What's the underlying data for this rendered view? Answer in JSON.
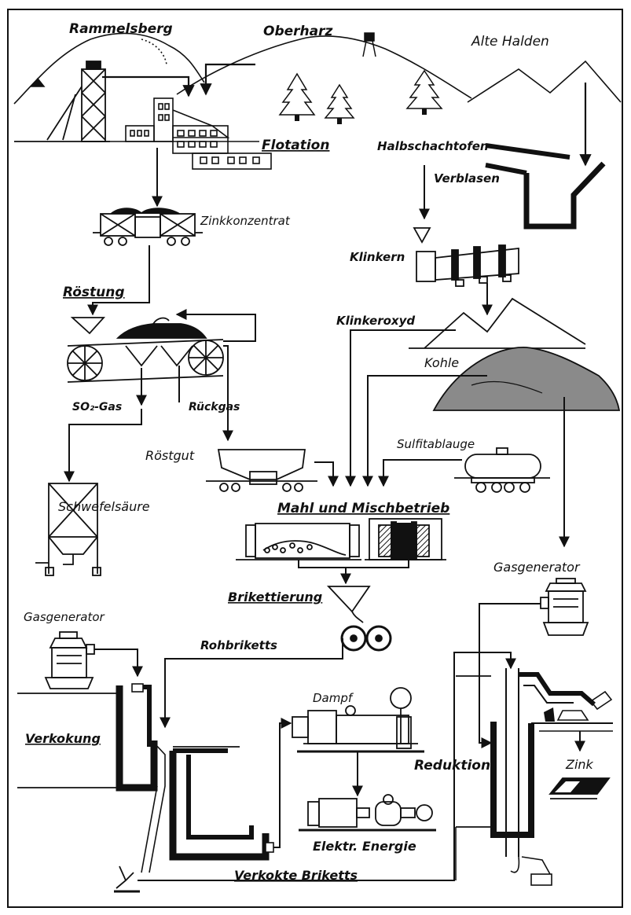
{
  "labels": {
    "rammelsberg": "Rammelsberg",
    "oberharz": "Oberharz",
    "alte_halden": "Alte Halden",
    "flotation": "Flotation",
    "halbschachtofen": "Halbschachtofen",
    "verblasen": "Verblasen",
    "zinkkonzentrat": "Zinkkonzentrat",
    "klinkern": "Klinkern",
    "roestung": "Röstung",
    "klinkeroxyd": "Klinkeroxyd",
    "kohle": "Kohle",
    "so2_gas": "SO₂-Gas",
    "rueckgas": "Rückgas",
    "sulfitablauge": "Sulfitablauge",
    "roestgut": "Röstgut",
    "mahl_und_mischbetrieb": "Mahl und Mischbetrieb",
    "schwefelsaeure": "Schwefelsäure",
    "gasgenerator_right": "Gasgenerator",
    "brikettierung": "Brikettierung",
    "gasgenerator_left": "Gasgenerator",
    "rohbriketts": "Rohbriketts",
    "dampf": "Dampf",
    "verkokung": "Verkokung",
    "reduktion": "Reduktion",
    "zink": "Zink",
    "elektr_energie": "Elektr. Energie",
    "verkokte_briketts": "Verkokte Briketts"
  },
  "colors": {
    "ink": "#111111",
    "paper": "#ffffff",
    "heap": "#8a8a8a"
  },
  "icons": [
    "mine-headframe-icon",
    "flotation-plant-icon",
    "fir-tree-icon",
    "rail-car-icon",
    "hopper-icon",
    "roasting-belt-icon",
    "rotary-kiln-icon",
    "tank-wagon-icon",
    "ball-mill-icon",
    "mixer-icon",
    "briquette-press-icon",
    "gas-generator-icon",
    "coking-furnace-icon",
    "steam-engine-icon",
    "generator-icon",
    "reduction-furnace-icon",
    "zinc-ingot-icon",
    "acid-plant-icon"
  ]
}
